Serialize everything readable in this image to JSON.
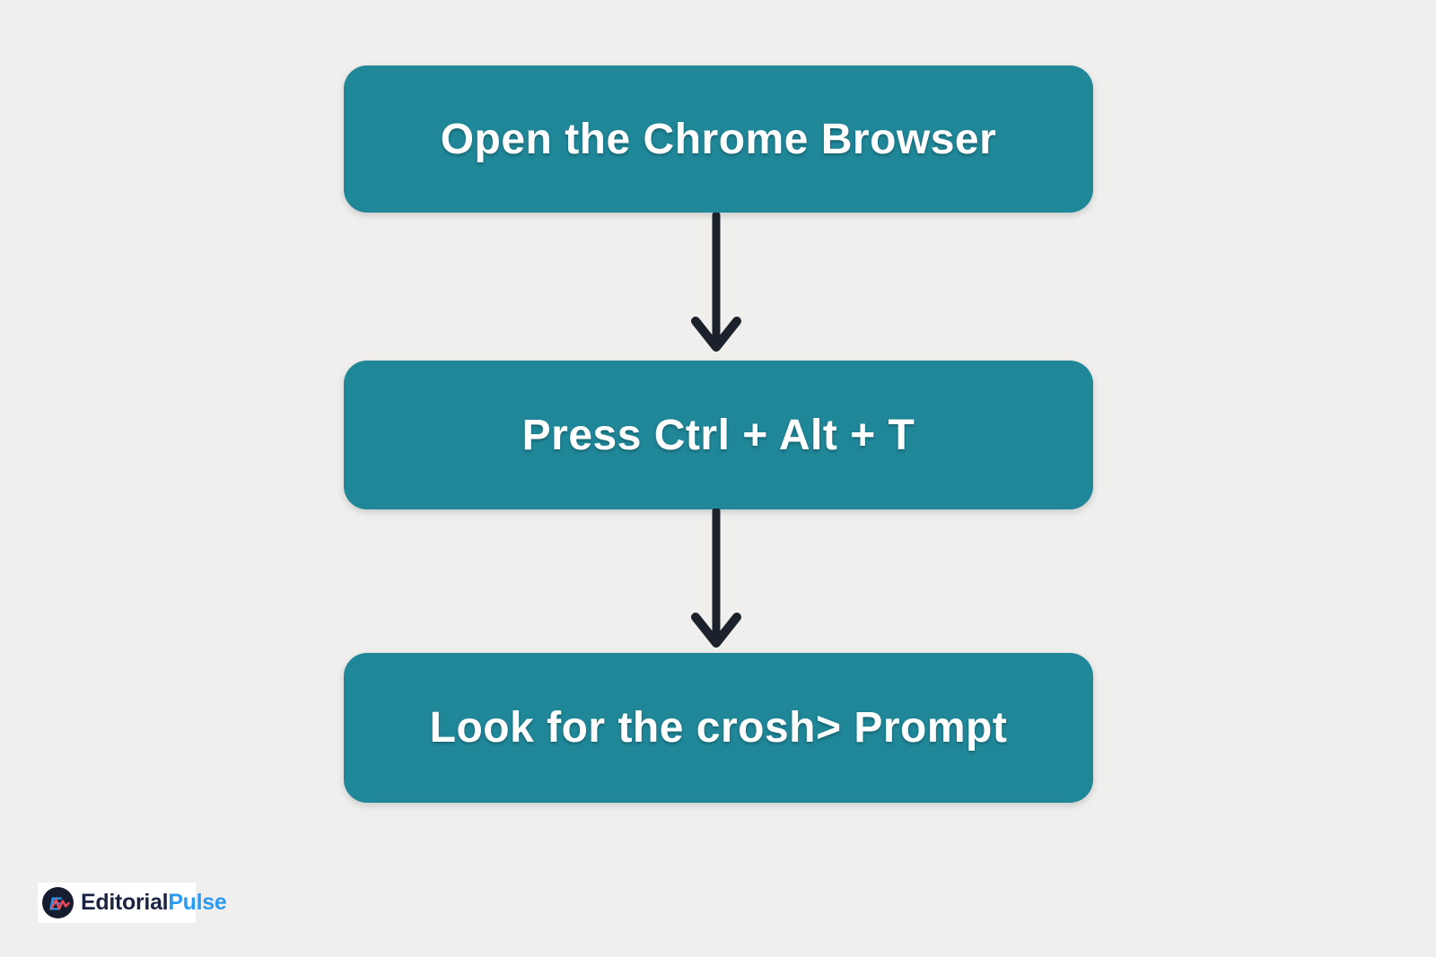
{
  "page": {
    "background_color": "#f0efed"
  },
  "flowchart": {
    "type": "flowchart",
    "direction": "top-down",
    "box_color": "#1f8798",
    "box_text_color": "#ffffff",
    "arrow_color": "#1b222c",
    "steps": [
      {
        "label": "Open the Chrome Browser"
      },
      {
        "label": "Press Ctrl + Alt + T"
      },
      {
        "label": "Look for the crosh> Prompt"
      }
    ]
  },
  "branding": {
    "logo_text_primary": "Editorial",
    "logo_text_accent": "Pulse",
    "logo_monogram": "E",
    "logo_card_color": "#ffffff",
    "logo_circle_color": "#151d2f",
    "logo_primary_text_color": "#1a2340",
    "logo_accent_text_color": "#2b9af3",
    "logo_monogram_color": "#2196f3",
    "logo_pulse_line_color": "#e84a57"
  }
}
